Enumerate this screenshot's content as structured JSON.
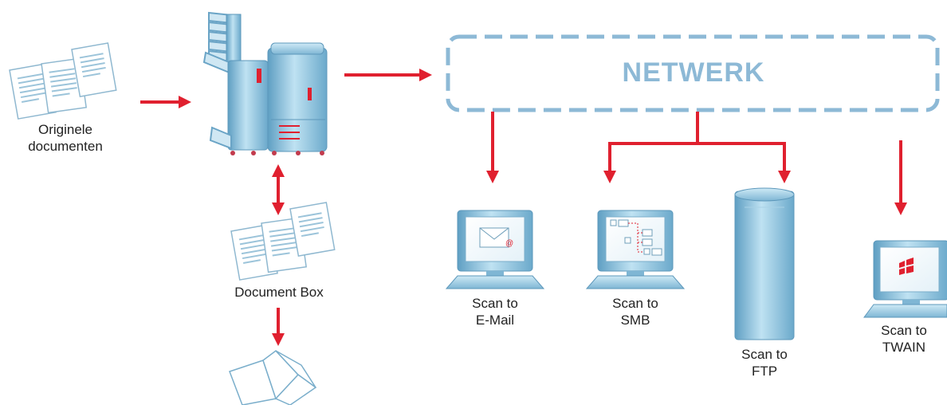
{
  "network": {
    "title": "NETWERK"
  },
  "source": {
    "line1": "Originele",
    "line2": "documenten"
  },
  "document_box": {
    "label": "Document Box"
  },
  "destinations": [
    {
      "line1": "Scan to",
      "line2": "E-Mail"
    },
    {
      "line1": "Scan to",
      "line2": "SMB"
    },
    {
      "line1": "Scan to",
      "line2": "FTP"
    },
    {
      "line1": "Scan to",
      "line2": "TWAIN"
    }
  ],
  "colors": {
    "arrow": "#e0202f",
    "network": "#8db9d6",
    "device": "#8fc4e0"
  }
}
